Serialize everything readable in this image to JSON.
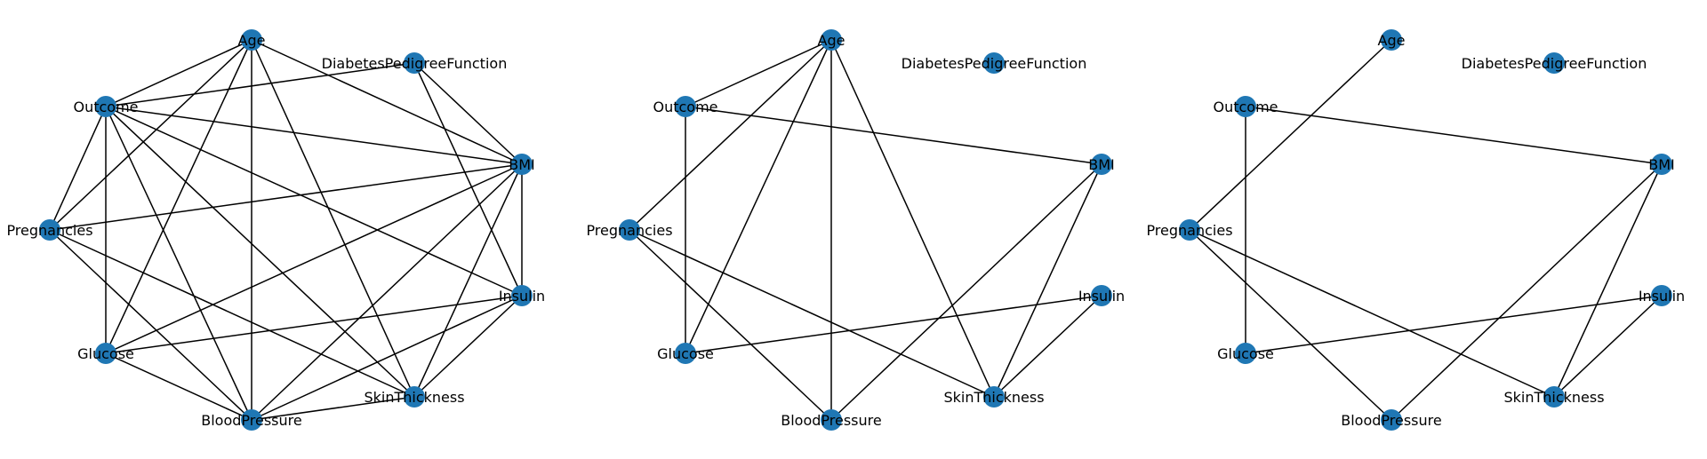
{
  "colors": {
    "node": "#1f77b4",
    "edge": "#000000",
    "label": "#000000",
    "background": "#ffffff"
  },
  "nodes": [
    {
      "id": "age",
      "label": "Age"
    },
    {
      "id": "dpf",
      "label": "DiabetesPedigreeFunction"
    },
    {
      "id": "bmi",
      "label": "BMI"
    },
    {
      "id": "insulin",
      "label": "Insulin"
    },
    {
      "id": "skin",
      "label": "SkinThickness"
    },
    {
      "id": "bp",
      "label": "BloodPressure"
    },
    {
      "id": "glucose",
      "label": "Glucose"
    },
    {
      "id": "preg",
      "label": "Pregnancies"
    },
    {
      "id": "outcome",
      "label": "Outcome"
    }
  ],
  "graphs": [
    {
      "edges": [
        [
          "age",
          "outcome"
        ],
        [
          "age",
          "preg"
        ],
        [
          "age",
          "glucose"
        ],
        [
          "age",
          "bp"
        ],
        [
          "age",
          "skin"
        ],
        [
          "age",
          "bmi"
        ],
        [
          "outcome",
          "dpf"
        ],
        [
          "outcome",
          "bmi"
        ],
        [
          "outcome",
          "preg"
        ],
        [
          "outcome",
          "glucose"
        ],
        [
          "outcome",
          "bp"
        ],
        [
          "outcome",
          "skin"
        ],
        [
          "outcome",
          "insulin"
        ],
        [
          "dpf",
          "bmi"
        ],
        [
          "dpf",
          "insulin"
        ],
        [
          "bmi",
          "preg"
        ],
        [
          "bmi",
          "glucose"
        ],
        [
          "bmi",
          "bp"
        ],
        [
          "bmi",
          "skin"
        ],
        [
          "bmi",
          "insulin"
        ],
        [
          "preg",
          "bp"
        ],
        [
          "preg",
          "skin"
        ],
        [
          "insulin",
          "glucose"
        ],
        [
          "insulin",
          "bp"
        ],
        [
          "insulin",
          "skin"
        ],
        [
          "glucose",
          "bp"
        ],
        [
          "bp",
          "skin"
        ]
      ]
    },
    {
      "edges": [
        [
          "age",
          "outcome"
        ],
        [
          "age",
          "preg"
        ],
        [
          "age",
          "glucose"
        ],
        [
          "age",
          "bp"
        ],
        [
          "age",
          "skin"
        ],
        [
          "outcome",
          "bmi"
        ],
        [
          "outcome",
          "glucose"
        ],
        [
          "bmi",
          "bp"
        ],
        [
          "bmi",
          "skin"
        ],
        [
          "preg",
          "bp"
        ],
        [
          "preg",
          "skin"
        ],
        [
          "insulin",
          "glucose"
        ],
        [
          "insulin",
          "skin"
        ]
      ]
    },
    {
      "edges": [
        [
          "age",
          "preg"
        ],
        [
          "outcome",
          "bmi"
        ],
        [
          "outcome",
          "glucose"
        ],
        [
          "bmi",
          "bp"
        ],
        [
          "bmi",
          "skin"
        ],
        [
          "preg",
          "bp"
        ],
        [
          "preg",
          "skin"
        ],
        [
          "insulin",
          "glucose"
        ],
        [
          "insulin",
          "skin"
        ]
      ]
    }
  ]
}
